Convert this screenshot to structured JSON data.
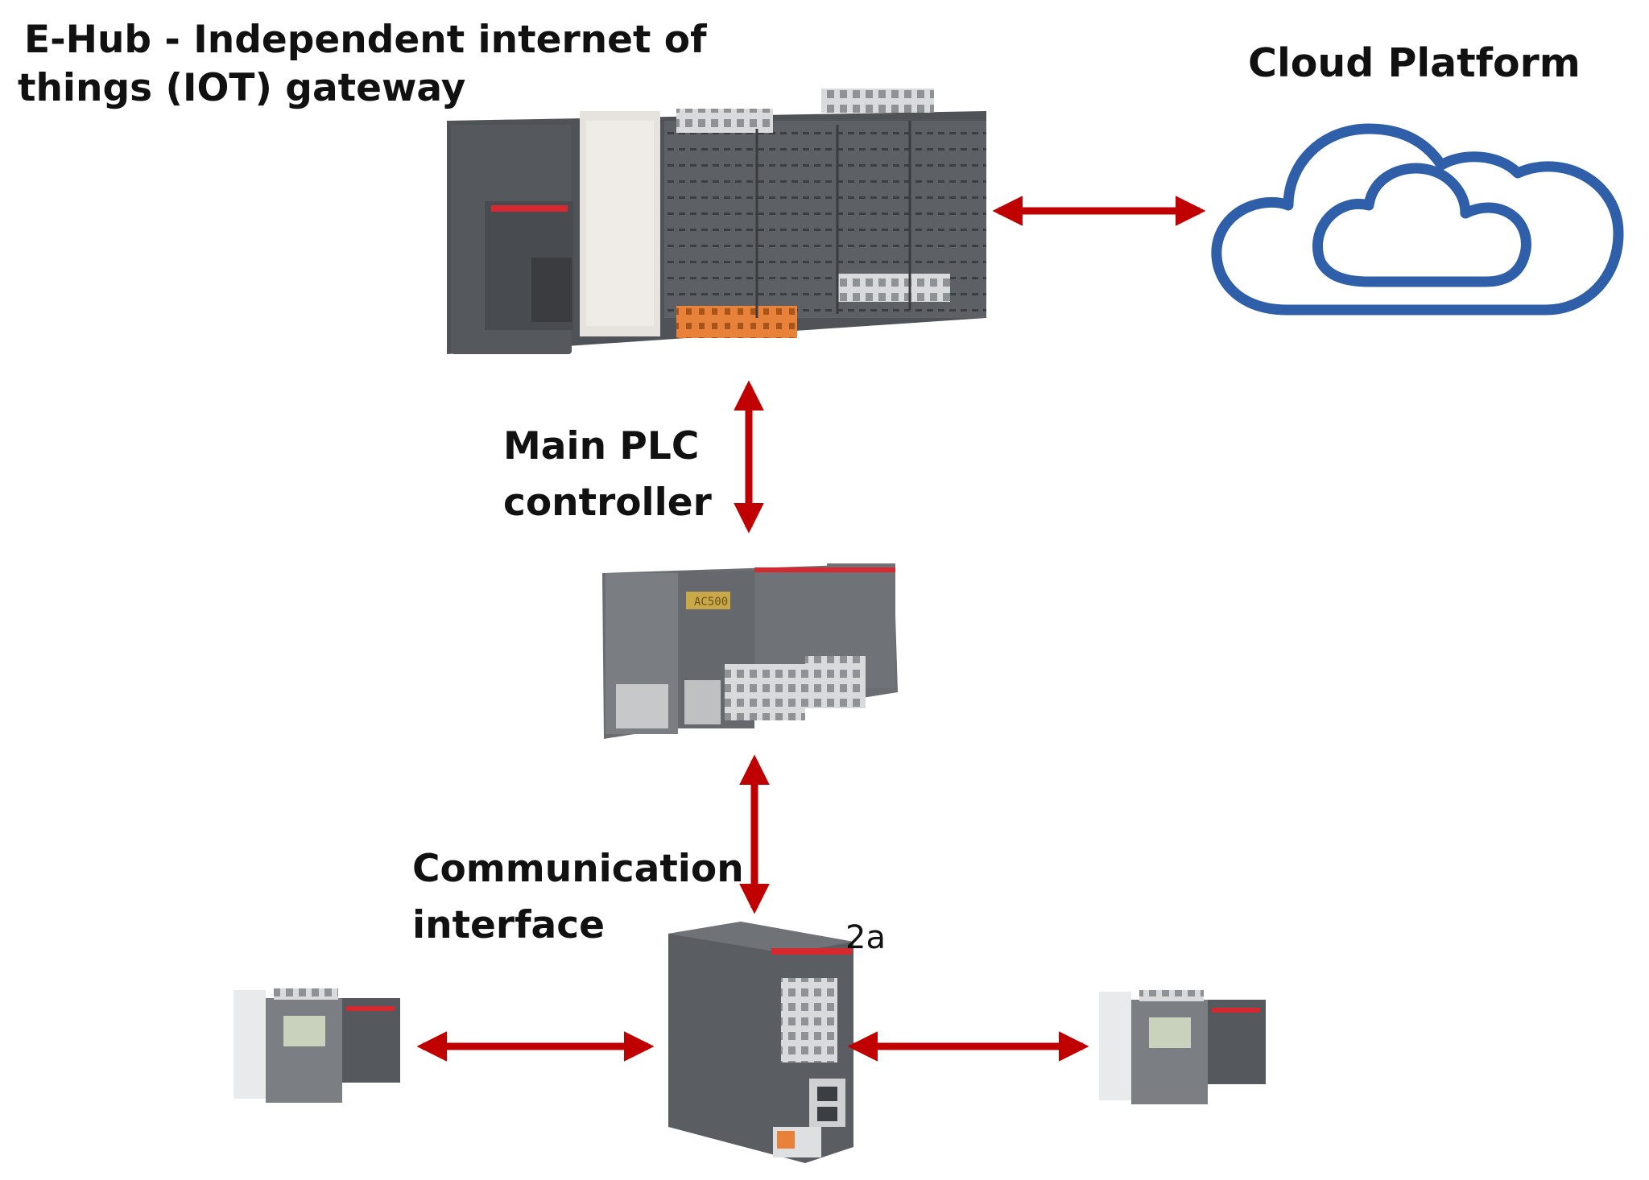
{
  "labels": {
    "gateway_line1": "E-Hub - Independent internet of",
    "gateway_line2": "things (IOT) gateway",
    "cloud": "Cloud Platform",
    "plc_line1": "Main PLC",
    "plc_line2": "controller",
    "comm_line1": "Communication",
    "comm_line2": "interface",
    "device_2a": "2a",
    "plc_display": "AC500"
  },
  "colors": {
    "arrow": "#c00000",
    "cloud_outline": "#2e5fa8",
    "device_body": "#5d6065",
    "brand_red": "#d7282f"
  },
  "icons": {
    "cloud": "cloud-icon",
    "gateway": "iot-gateway-device-image",
    "plc": "plc-controller-device-image",
    "comm": "communication-interface-device-image",
    "field_devices": "field-device-image"
  }
}
